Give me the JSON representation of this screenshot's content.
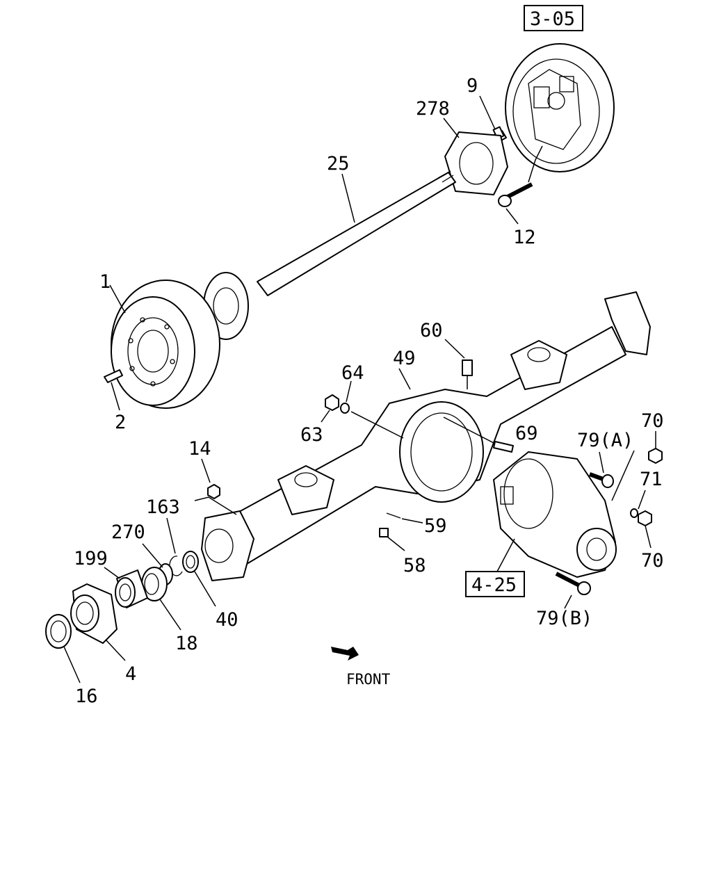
{
  "labels": {
    "ref_305": "3-05",
    "ref_425": "4-25",
    "p1": "1",
    "p2": "2",
    "p4": "4",
    "p9": "9",
    "p12": "12",
    "p14": "14",
    "p16": "16",
    "p18": "18",
    "p25": "25",
    "p40": "40",
    "p49": "49",
    "p58": "58",
    "p59": "59",
    "p60": "60",
    "p63": "63",
    "p64": "64",
    "p69": "69",
    "p70a": "70",
    "p70b": "70",
    "p71": "71",
    "p79a": "79(A)",
    "p79b": "79(B)",
    "p163": "163",
    "p199": "199",
    "p270": "270",
    "p278": "278",
    "front": "FRONT"
  },
  "icons": {
    "front_arrow": "front-direction-arrow-icon"
  }
}
